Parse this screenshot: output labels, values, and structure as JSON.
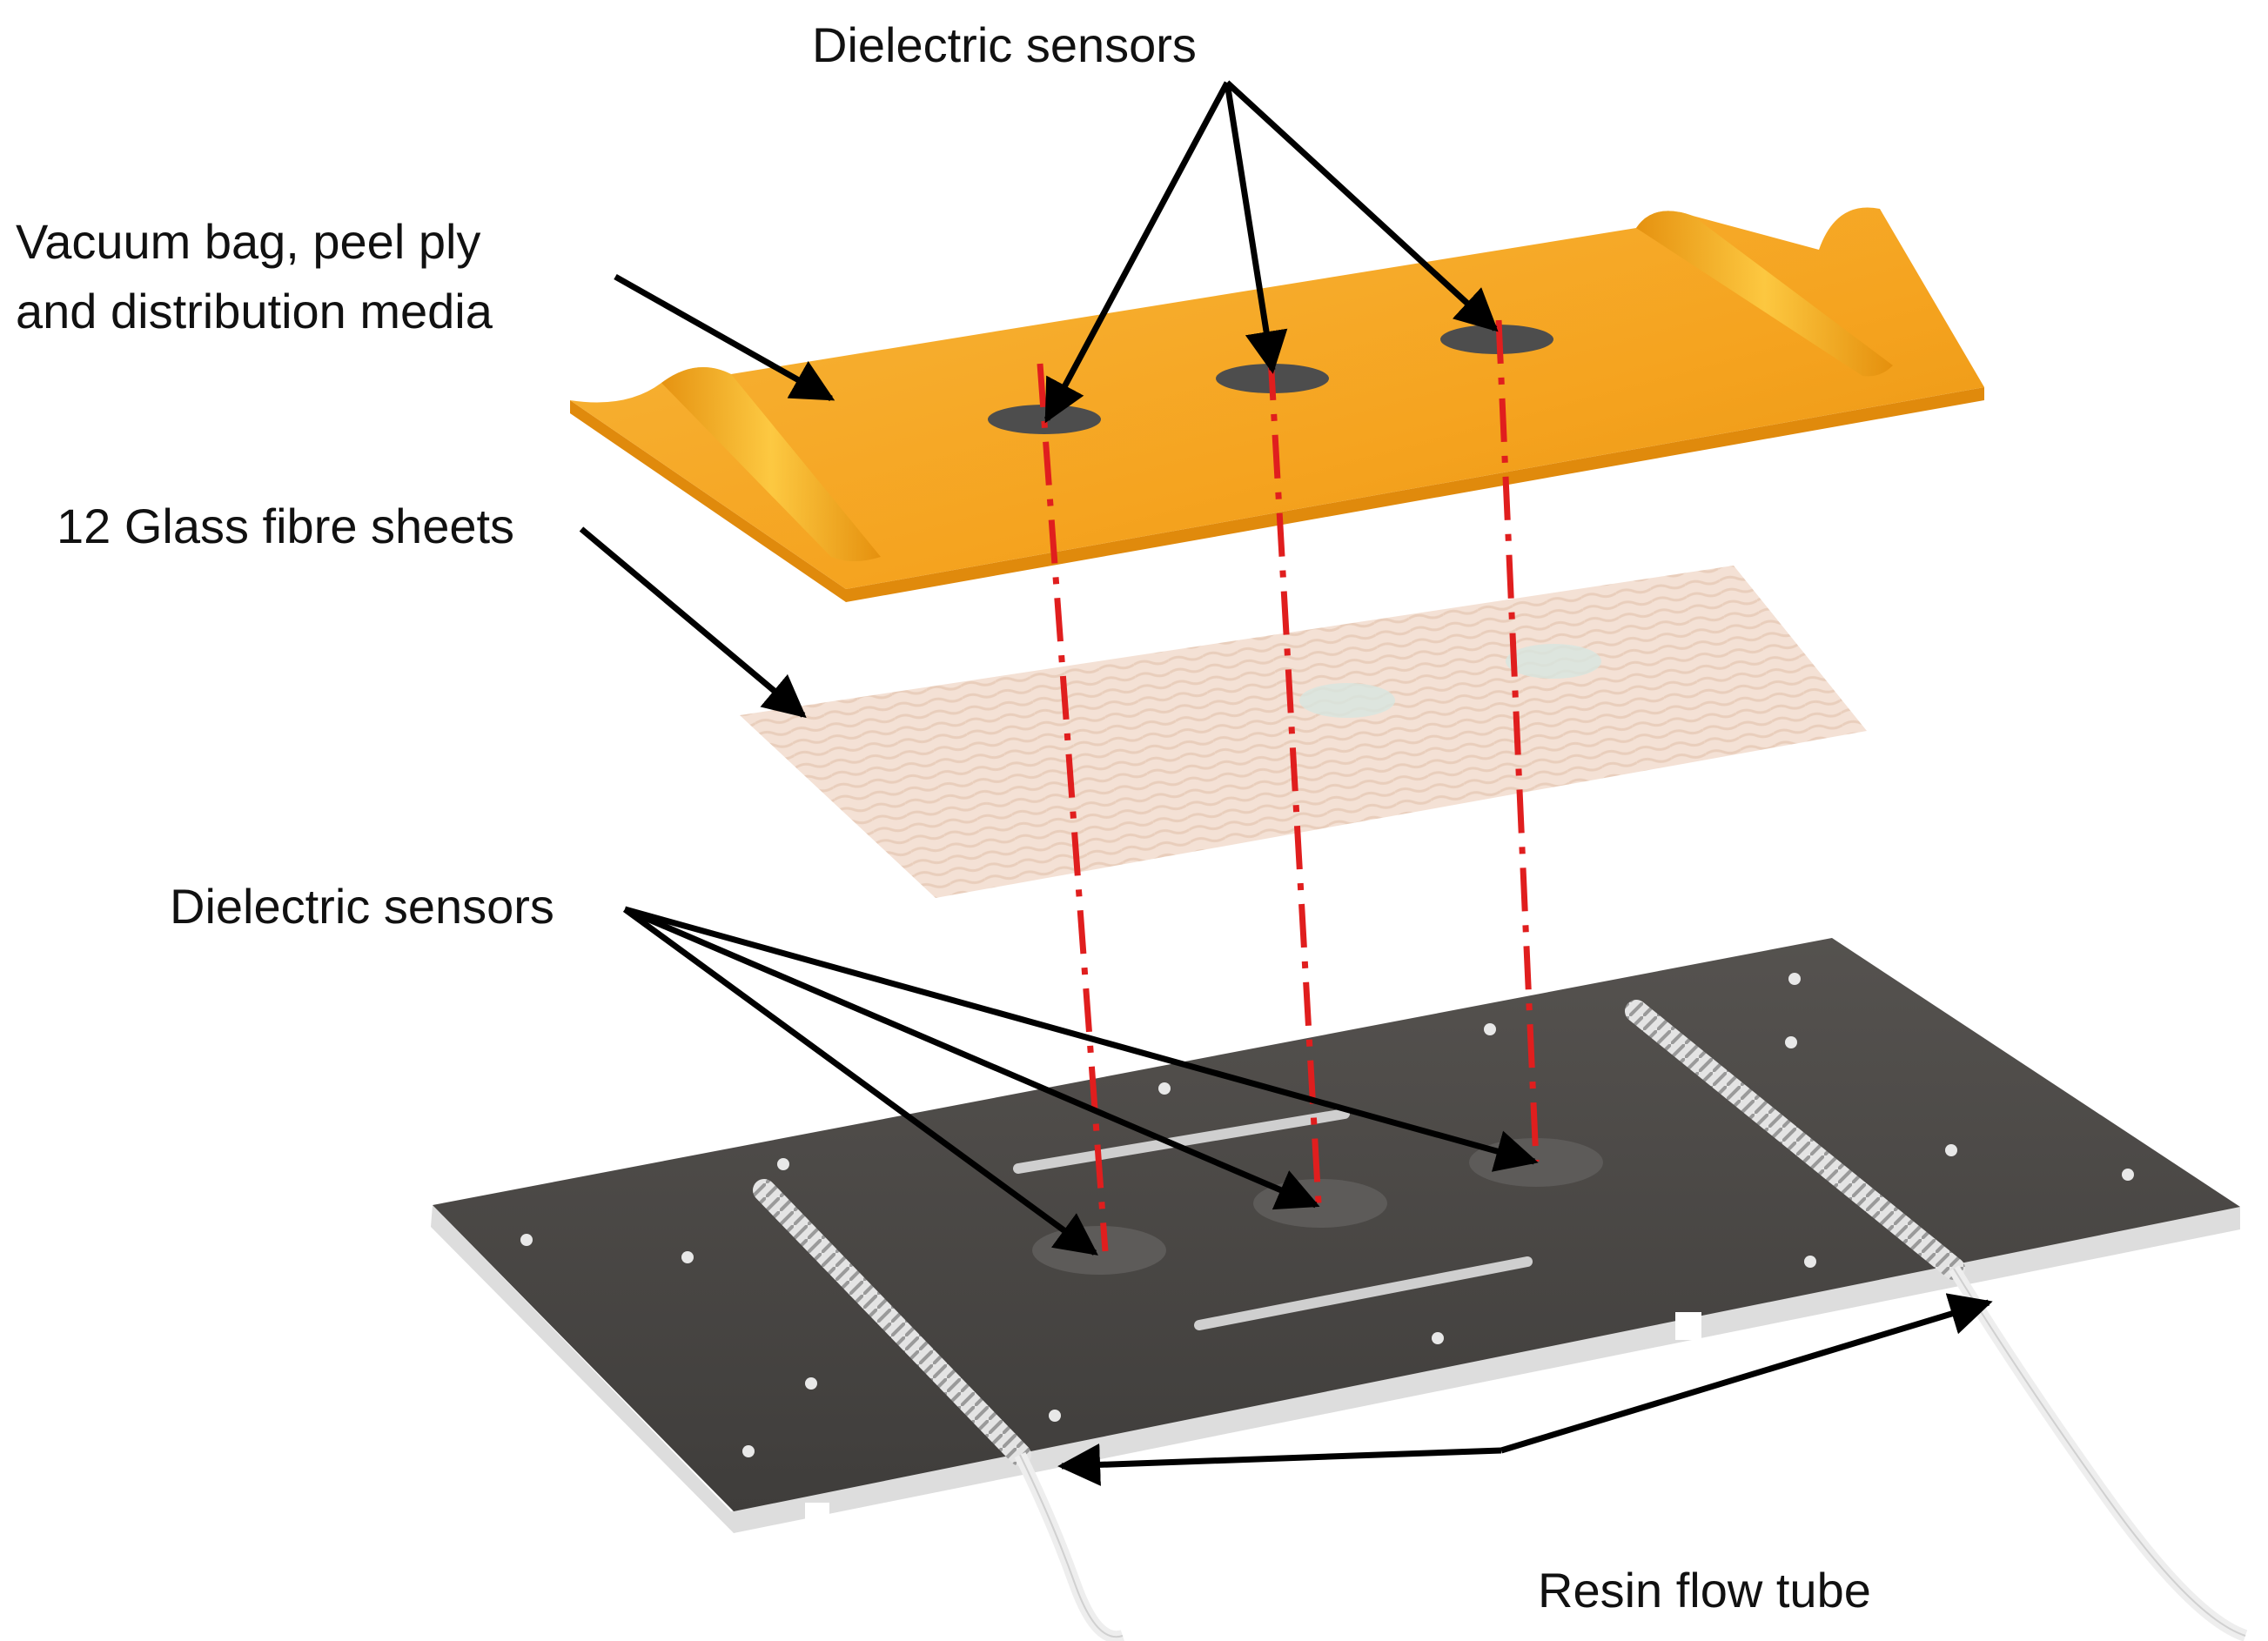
{
  "labels": {
    "top_sensors": "Dielectric sensors",
    "vacuum_bag_line1": "Vacuum bag, peel ply",
    "vacuum_bag_line2": "and distribution media",
    "glass_fibre": "12 Glass fibre sheets",
    "bottom_sensors": "Dielectric sensors",
    "resin_tube": "Resin flow tube"
  },
  "colors": {
    "vacuum_bag": "#f5a31f",
    "vacuum_bag_edge": "#d68a10",
    "glass_fibre": "#f3ded0",
    "mould_plate": "#4a4846",
    "mould_edge": "#dcdcdc",
    "sensor_dark": "#505050",
    "alignment_line": "#e01e1e",
    "arrow": "#000000",
    "tube": "#e8e8e8"
  }
}
